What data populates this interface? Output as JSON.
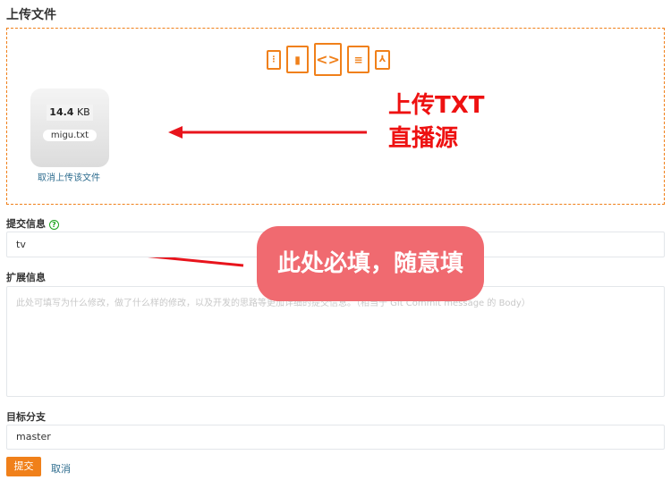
{
  "title": "上传文件",
  "file": {
    "size_value": "14.4",
    "size_unit": "KB",
    "name": "migu.txt",
    "cancel_label": "取消上传该文件"
  },
  "annotations": {
    "upload_line1": "上传TXT",
    "upload_line2": "直播源",
    "required_note": "此处必填，随意填"
  },
  "commit": {
    "label": "提交信息",
    "value": "tv"
  },
  "extended": {
    "label": "扩展信息",
    "placeholder": "此处可填写为什么修改，做了什么样的修改，以及开发的思路等更加详细的提交信息。（相当于 Git Commit message 的 Body）"
  },
  "branch": {
    "label": "目标分支",
    "value": "master"
  },
  "buttons": {
    "submit": "提交",
    "cancel": "取消"
  },
  "colors": {
    "accent": "#f0801a",
    "annotation_red": "#ee1111",
    "bubble": "#f06a70"
  }
}
